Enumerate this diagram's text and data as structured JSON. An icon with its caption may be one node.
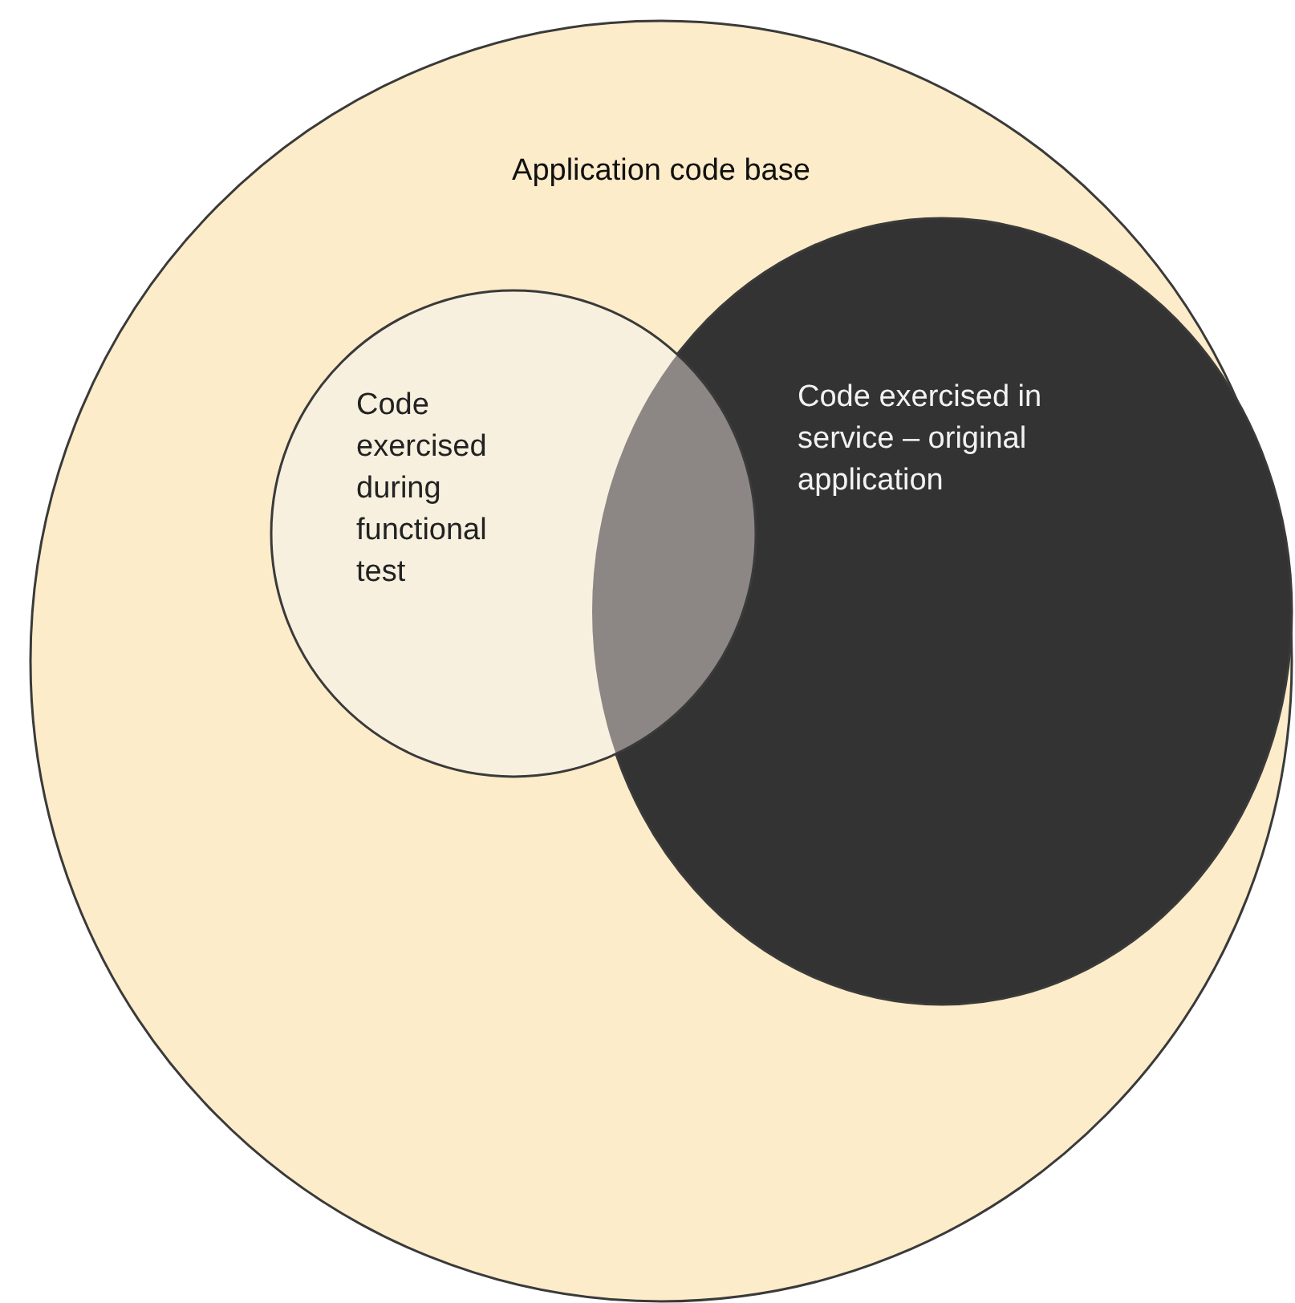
{
  "diagram": {
    "nodes": [
      {
        "text": [
          "Application code base"
        ]
      },
      {
        "text": [
          "Code exercised during functional test"
        ],
        "in": 0
      },
      {
        "text": [
          "Code exercised in service – original application"
        ],
        "in": 0
      }
    ]
  }
}
